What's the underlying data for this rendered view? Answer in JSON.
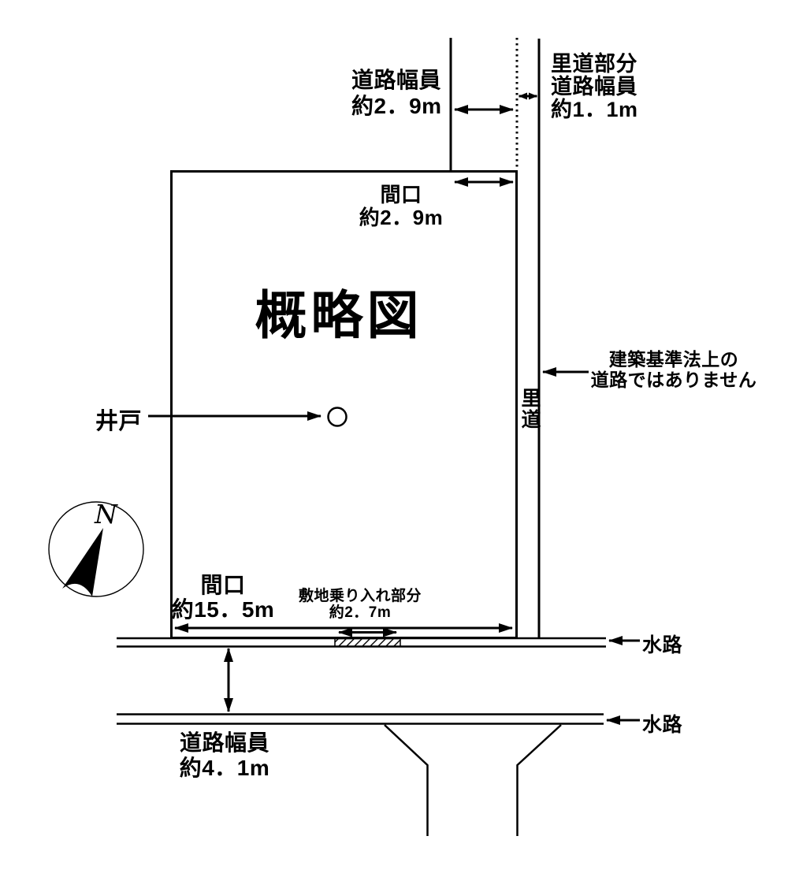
{
  "colors": {
    "ink": "#000000",
    "background": "#ffffff"
  },
  "diagram": {
    "title": "概略図",
    "north_road": {
      "width_label": "道路幅員\n約2．9m",
      "frontage_label": "間口\n約2．9m"
    },
    "satomichi": {
      "part_label": "里道部分\n道路幅員\n約1．1m",
      "name_vertical": "里道",
      "note": "建築基準法上の\n道路ではありません"
    },
    "well": {
      "label": "井戸"
    },
    "south_frontage": {
      "frontage_label": "間口\n約15．5m",
      "driveway_label": "敷地乗り入れ部分\n約2．7m"
    },
    "waterways": {
      "top_label": "水路",
      "bottom_label": "水路"
    },
    "south_road": {
      "width_label": "道路幅員\n約4．1m"
    },
    "compass": {
      "north_label": "N"
    }
  }
}
